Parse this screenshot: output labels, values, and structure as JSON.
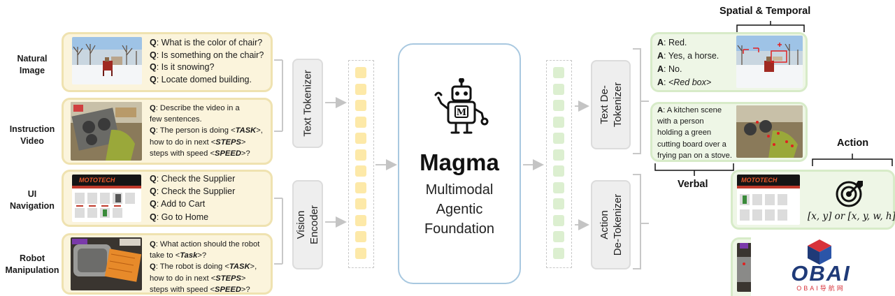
{
  "rows": [
    {
      "label": "Natural\nImage",
      "questions": [
        {
          "prefix": "Q",
          "text": ": What is the color of chair?"
        },
        {
          "prefix": "Q",
          "text": ": Is something on the chair?"
        },
        {
          "prefix": "Q",
          "text": ": Is it snowing?"
        },
        {
          "prefix": "Q",
          "text": ": Locate domed building."
        }
      ]
    },
    {
      "label": "Instruction\nVideo",
      "questions": [
        {
          "lines": [
            [
              "Q",
              ": Describe the video in a"
            ],
            [
              "",
              "few sentences."
            ]
          ]
        },
        {
          "lines": [
            [
              "Q",
              ": The person is doing <"
            ],
            [
              "",
              "how to do in next <"
            ],
            [
              "",
              "steps with speed <"
            ]
          ]
        }
      ],
      "q1_line1": ": Describe the video in a",
      "q1_line2": "few sentences.",
      "q2_a": ": The person is doing <",
      "q2_task": "TASK",
      "q2_a_end": ">,",
      "q2_b": "how to do in next <",
      "q2_steps": "STEPS",
      "q2_b_end": ">",
      "q2_c": "steps with speed <",
      "q2_speed": "SPEED",
      "q2_c_end": ">?"
    },
    {
      "label": "UI\nNavigation",
      "questions": [
        {
          "prefix": "Q",
          "text": ": Check the Supplier"
        },
        {
          "prefix": "Q",
          "text": ": Check the Supplier"
        },
        {
          "prefix": "Q",
          "text": ": Add to Cart"
        },
        {
          "prefix": "Q",
          "text": ": Go to Home"
        }
      ],
      "brand": "MOTOTECH"
    },
    {
      "label": "Robot\nManipulation",
      "q1_line1": ": What action should the robot",
      "q1_line2_a": "take to <",
      "q1_task": "Task",
      "q1_line2_b": ">?",
      "q2_a": ": The robot is doing <",
      "q2_task": "TASK",
      "q2_a_end": ">,",
      "q2_b": "how to do in next <",
      "q2_steps": "STEPS",
      "q2_b_end": ">",
      "q2_c": "steps with speed <",
      "q2_speed": "SPEED",
      "q2_c_end": ">?"
    }
  ],
  "q_prefix": "Q",
  "a_prefix": "A",
  "tokenizers": {
    "text": "Text Tokenizer",
    "vision_1": "Vision",
    "vision_2": "Encoder",
    "text_detok_1": "Text De-",
    "text_detok_2": "Tokenizer",
    "action_detok_1": "Action",
    "action_detok_2": "De-Tokenizer"
  },
  "model": {
    "name": "Magma",
    "line1": "Multimodal",
    "line2": "Agentic",
    "line3": "Foundation",
    "robot_badge": "M"
  },
  "right": {
    "spatial_title": "Spatial & Temporal",
    "action_title": "Action",
    "verbal_label": "Verbal",
    "answers_1": [
      ": Red.",
      ": Yes, a horse.",
      ": No.",
      ": "
    ],
    "answer_redbox": "<Red box>",
    "answer_2": [
      ": A kitchen scene",
      "with a person",
      "holding a green",
      "cutting board over a",
      "frying pan on a stove."
    ],
    "action_formula": "[x, y] or [x, y, w, h]"
  },
  "watermark": {
    "brand": "OBAI",
    "sub": "OBAI导航网"
  },
  "colors": {
    "input_panel": "#fbf4dc",
    "input_border": "#efe2b0",
    "output_panel": "#eef6e6",
    "output_border": "#d7ebc8",
    "input_token": "#fde9a8",
    "output_token": "#dcefd0",
    "core_border": "#a8c8e0"
  }
}
